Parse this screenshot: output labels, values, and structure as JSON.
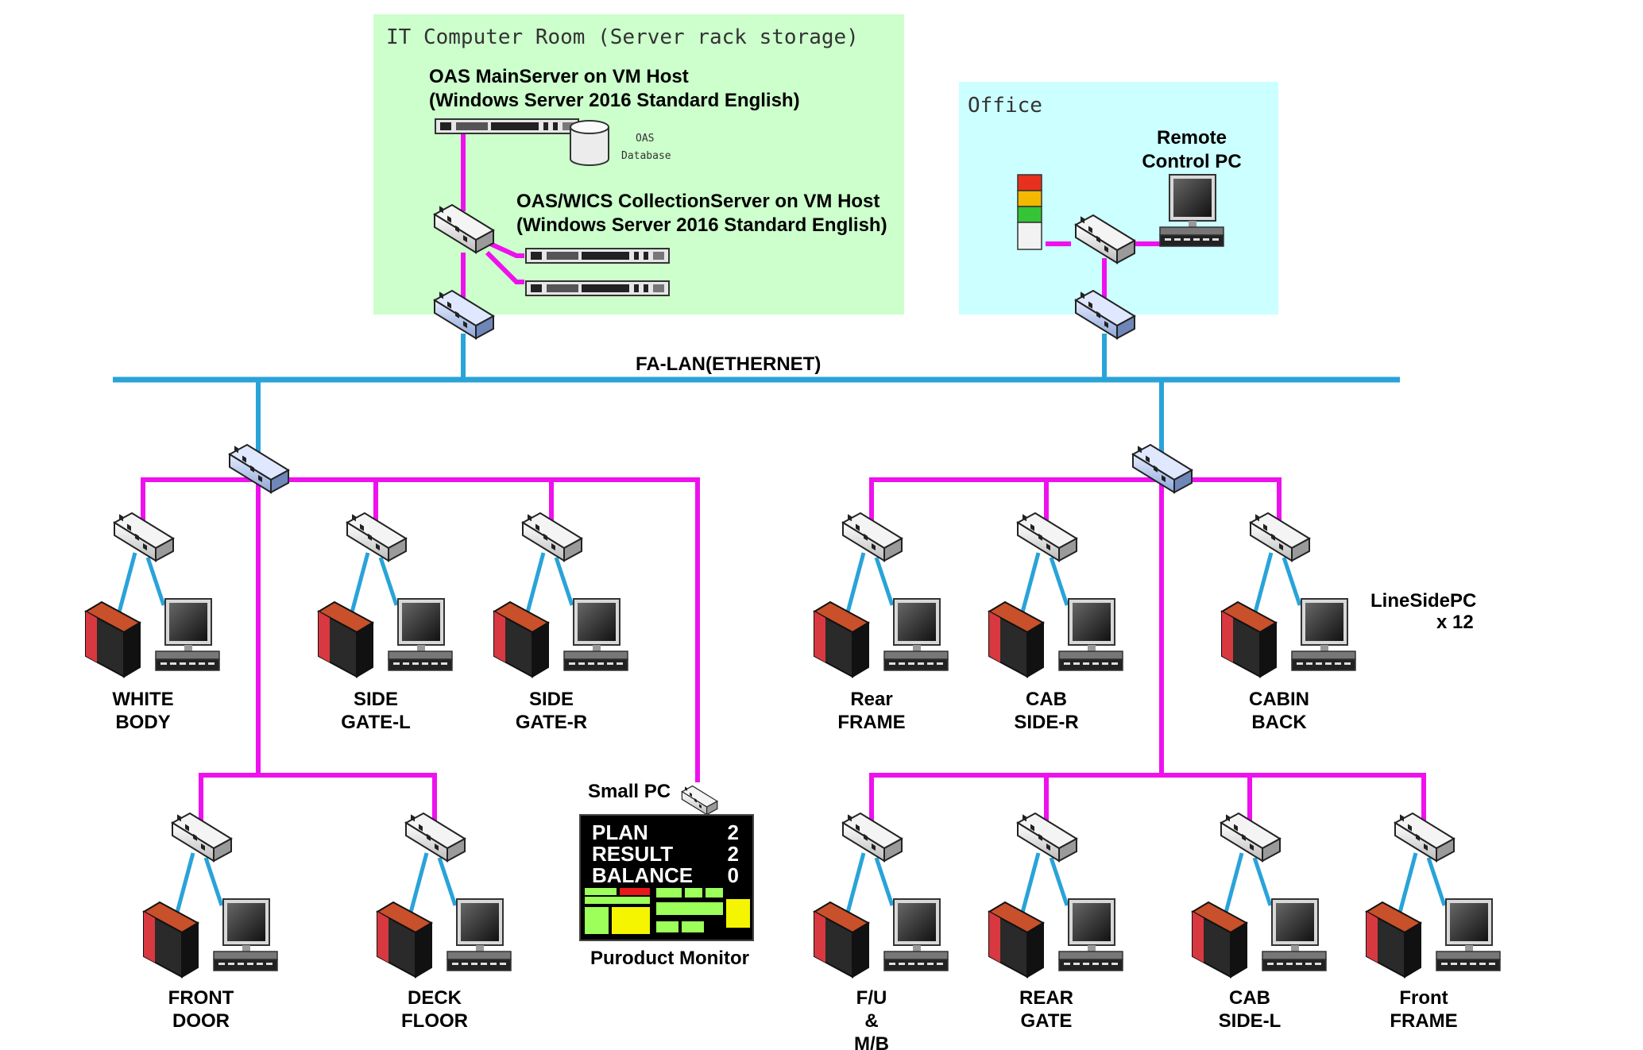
{
  "it_room": {
    "title": "IT Computer Room (Server rack storage)",
    "main_server_line1": "OAS MainServer on VM Host",
    "main_server_line2": "(Windows Server 2016 Standard English)",
    "database_line1": "OAS",
    "database_line2": "Database",
    "collection_line1": "OAS/WICS CollectionServer on VM Host",
    "collection_line2": "(Windows Server 2016 Standard English)"
  },
  "office": {
    "title": "Office",
    "remote_pc_line1": "Remote",
    "remote_pc_line2": "Control PC"
  },
  "network": {
    "lan_label": "FA-LAN(ETHERNET)"
  },
  "linesidepc": {
    "line1": "LineSidePC",
    "line2": "x 12"
  },
  "stations": {
    "white_body": [
      "WHITE",
      "BODY"
    ],
    "side_gate_l": [
      "SIDE",
      "GATE-L"
    ],
    "side_gate_r": [
      "SIDE",
      "GATE-R"
    ],
    "rear_frame": [
      "Rear",
      "FRAME"
    ],
    "cab_side_r": [
      "CAB",
      "SIDE-R"
    ],
    "cabin_back": [
      "CABIN",
      "BACK"
    ],
    "front_door": [
      "FRONT",
      "DOOR"
    ],
    "deck_floor": [
      "DECK",
      "FLOOR"
    ],
    "fu_mb": [
      "F/U",
      "&",
      "M/B"
    ],
    "rear_gate": [
      "REAR",
      "GATE"
    ],
    "cab_side_l": [
      "CAB",
      "SIDE-L"
    ],
    "front_frame": [
      "Front",
      "FRAME"
    ]
  },
  "product_monitor": {
    "small_pc_label": "Small PC",
    "caption": "Puroduct Monitor",
    "plan_label": "PLAN",
    "plan_value": "2",
    "result_label": "RESULT",
    "result_value": "2",
    "balance_label": "BALANCE",
    "balance_value": "0"
  },
  "colors": {
    "it_room_bg": "#ccffcc",
    "office_bg": "#ccffff",
    "lan_line": "#29a3d9",
    "switch_line": "#ee11ee",
    "device_line": "#29a3d9"
  }
}
